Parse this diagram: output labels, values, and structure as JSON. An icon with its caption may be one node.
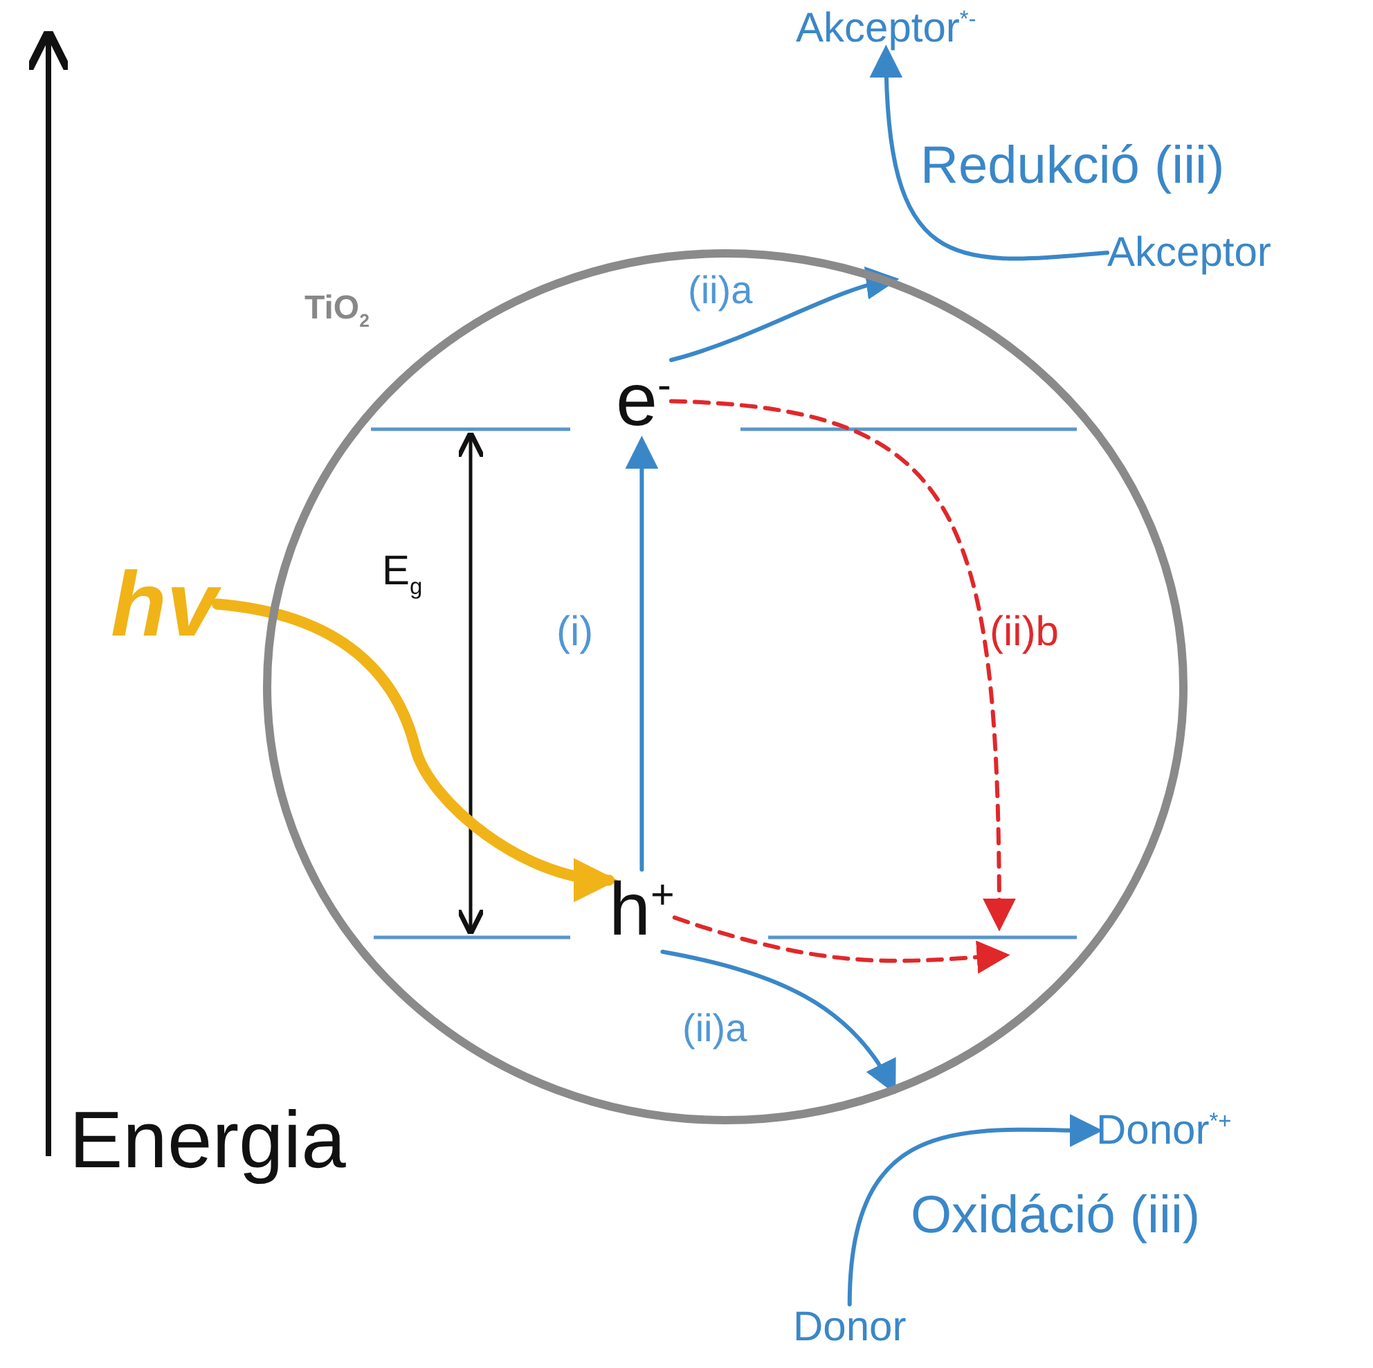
{
  "diagram": {
    "nodes": [
      {
        "text": [
          "Akceptor$^{*-}$"
        ]
      },
      {
        "text": [
          "Akceptor"
        ]
      },
      {
        "text": [
          "TiO$_{2}$"
        ]
      },
      {
        "text": [
          "e$^{-}$"
        ],
        "in": 2
      },
      {
        "text": [
          "hv"
        ]
      },
      {
        "text": [
          "h$^{+}$"
        ],
        "in": 2
      },
      {
        "text": [
          "Donor$^{*+}$"
        ]
      },
      {
        "text": [
          "Donor"
        ]
      }
    ],
    "edges": [
      {
        "from": 5,
        "to": 3,
        "arrow": "to",
        "label": "(i)"
      },
      {
        "from": 3,
        "to": 2,
        "arrow": "to",
        "label": "(ii)a"
      },
      {
        "from": 1,
        "to": 0,
        "arrow": "to",
        "label": "Redukció (iii)"
      },
      {
        "from": 3,
        "to": null,
        "arrow": "to",
        "label": "(ii)b",
        "style": "dashed",
        "color": "#e0282b"
      },
      {
        "from": 5,
        "to": null,
        "arrow": "to",
        "style": "dashed",
        "color": "#e0282b"
      },
      {
        "from": 5,
        "to": 2,
        "arrow": "to",
        "label": "(ii)a"
      },
      {
        "from": 7,
        "to": 6,
        "arrow": "to",
        "label": "Oxidáció (iii)"
      },
      {
        "from": 4,
        "to": 5,
        "arrow": "to",
        "style": "thick",
        "color": "#f0b418"
      }
    ],
    "labels": [
      "E$_{g}$",
      "Energia"
    ]
  }
}
